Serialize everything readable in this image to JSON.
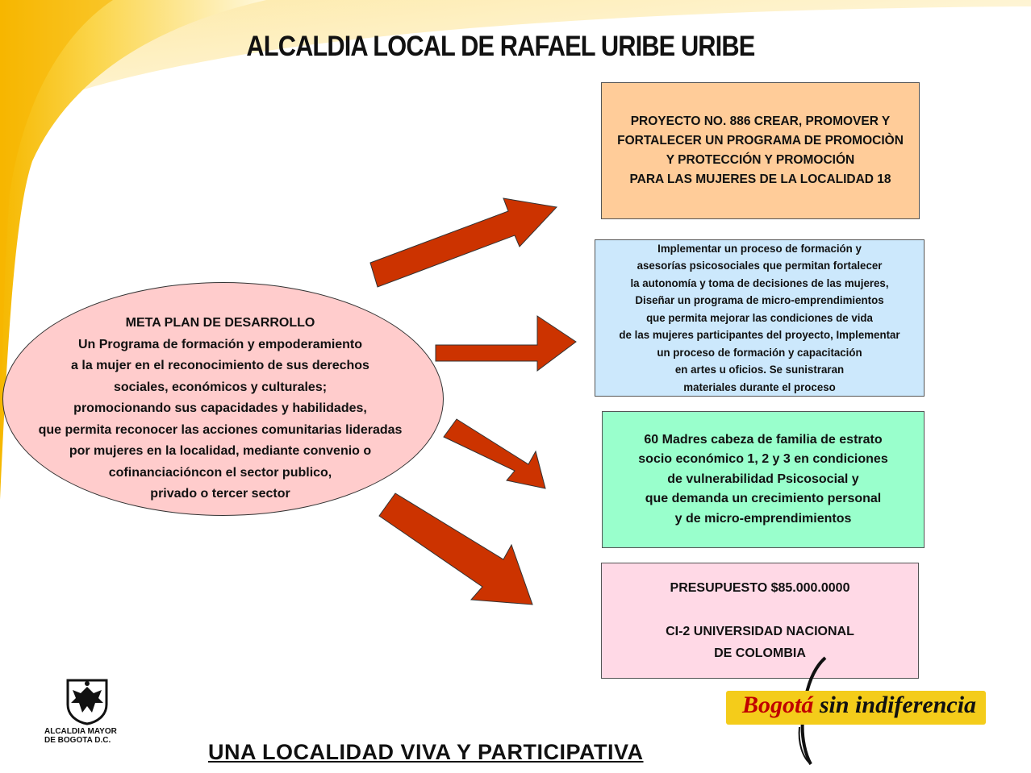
{
  "title": "ALCALDIA LOCAL DE RAFAEL URIBE URIBE",
  "colors": {
    "accent_yellow": "#f9c21a",
    "arrow_red": "#cc3300",
    "box1": "#ffcc99",
    "box2": "#cce8fc",
    "box3": "#99ffcc",
    "box4": "#ffd9e6",
    "ellipse": "#ffcccc"
  },
  "ellipse": {
    "lines": [
      "META PLAN DE DESARROLLO",
      "Un Programa de formación y empoderamiento",
      "a la mujer en el reconocimiento de sus derechos",
      "sociales, económicos y culturales;",
      "promocionando sus capacidades y habilidades,",
      "que permita reconocer las acciones comunitarias lideradas",
      "por mujeres en la localidad, mediante convenio o",
      "cofinanciacióncon el sector publico,",
      "privado o tercer sector"
    ]
  },
  "boxes": [
    {
      "lines": [
        "PROYECTO NO. 886 CREAR, PROMOVER Y",
        "FORTALECER UN PROGRAMA  DE PROMOCIÒN",
        "Y PROTECCIÓN Y PROMOCIÓN",
        "PARA LAS MUJERES DE LA LOCALIDAD 18"
      ]
    },
    {
      "lines": [
        "Implementar un proceso de formación y",
        "asesorías psicosociales que permitan fortalecer",
        "la autonomía y toma de decisiones de las mujeres,",
        "Diseñar un programa de  micro-emprendimientos",
        "que permita mejorar las condiciones de vida",
        "de las mujeres participantes del proyecto, Implementar",
        "un proceso de formación y capacitación",
        "en artes u oficios.  Se sunistraran",
        "materiales durante el proceso"
      ]
    },
    {
      "lines": [
        "60 Madres cabeza de familia de estrato",
        "socio económico 1, 2 y 3 en condiciones",
        "de vulnerabilidad Psicosocial  y",
        "que demanda un crecimiento personal",
        "y de micro-emprendimientos"
      ]
    },
    {
      "lines": [
        "PRESUPUESTO $85.000.0000",
        "",
        "CI-2 UNIVERSIDAD NACIONAL",
        "DE COLOMBIA"
      ]
    }
  ],
  "footer": {
    "slogan": "UNA LOCALIDAD VIVA Y PARTICIPATIVA",
    "mayor_line1": "ALCALDIA MAYOR",
    "mayor_line2": "DE BOGOTA D.C.",
    "brand_part1": "Bogotá",
    "brand_part2": "sin indiferencia",
    "logo_icon": "coat-of-arms-icon"
  }
}
